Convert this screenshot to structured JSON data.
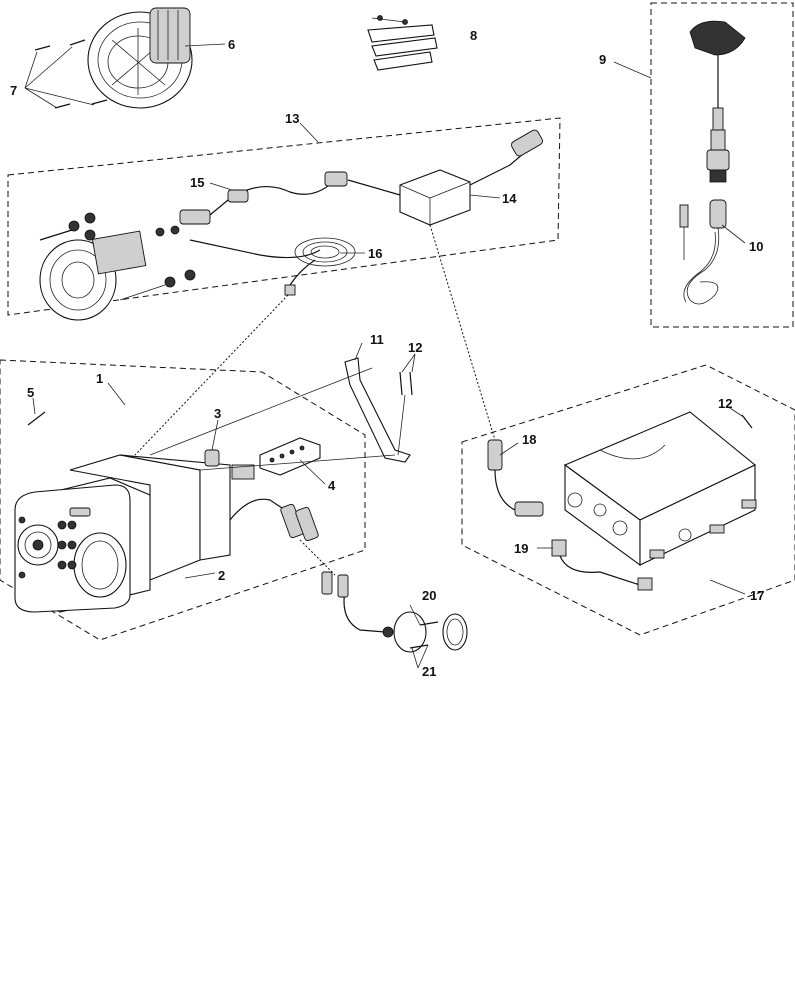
{
  "diagram": {
    "callouts": [
      {
        "id": "c1",
        "label": "1"
      },
      {
        "id": "c2",
        "label": "2"
      },
      {
        "id": "c3",
        "label": "3"
      },
      {
        "id": "c4",
        "label": "4"
      },
      {
        "id": "c5",
        "label": "5"
      },
      {
        "id": "c6",
        "label": "6"
      },
      {
        "id": "c7",
        "label": "7"
      },
      {
        "id": "c8",
        "label": "8"
      },
      {
        "id": "c9",
        "label": "9"
      },
      {
        "id": "c10",
        "label": "10"
      },
      {
        "id": "c11",
        "label": "11"
      },
      {
        "id": "c12a",
        "label": "12"
      },
      {
        "id": "c12b",
        "label": "12"
      },
      {
        "id": "c13",
        "label": "13"
      },
      {
        "id": "c14",
        "label": "14"
      },
      {
        "id": "c15",
        "label": "15"
      },
      {
        "id": "c16",
        "label": "16"
      },
      {
        "id": "c17",
        "label": "17"
      },
      {
        "id": "c18",
        "label": "18"
      },
      {
        "id": "c19",
        "label": "19"
      },
      {
        "id": "c20",
        "label": "20"
      },
      {
        "id": "c21",
        "label": "21"
      }
    ]
  }
}
